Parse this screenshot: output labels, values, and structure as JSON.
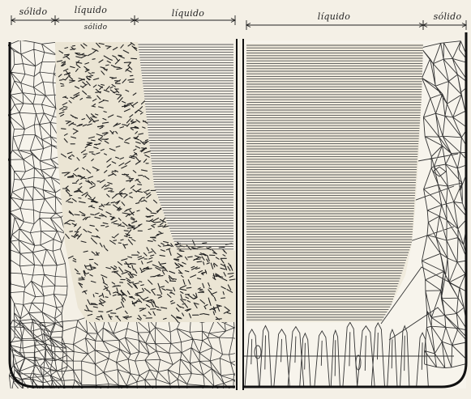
{
  "figure": {
    "left_panel": {
      "labels": {
        "solid": "sólido",
        "liquid_solid_top": "líquido",
        "liquid_solid_bottom": "sólido",
        "liquid": "líquido"
      }
    },
    "right_panel": {
      "labels": {
        "liquid": "líquido",
        "solid": "sólido"
      }
    }
  }
}
